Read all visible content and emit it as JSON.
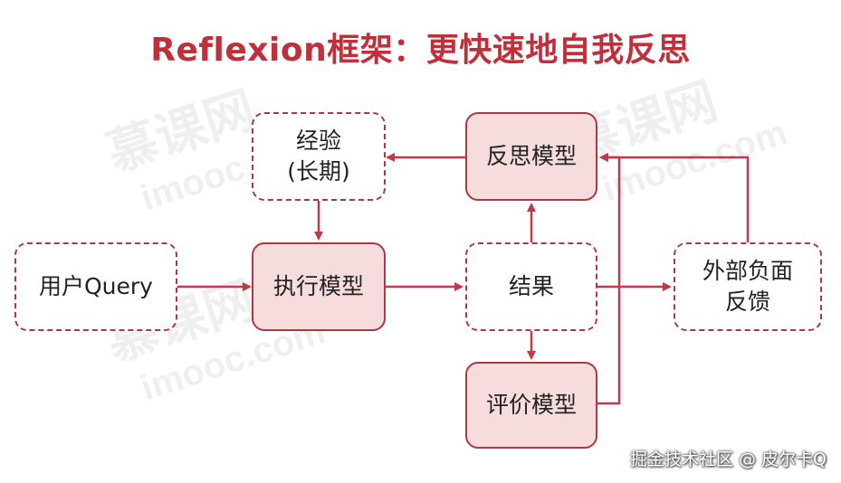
{
  "title": "Reflexion框架：更快速地自我反思",
  "nodes": {
    "experience": {
      "line1": "经验",
      "line2": "(长期)"
    },
    "reflection_model": "反思模型",
    "user_query": "用户Query",
    "execution_model": "执行模型",
    "result": "结果",
    "external_feedback": {
      "line1": "外部负面",
      "line2": "反馈"
    },
    "evaluation_model": "评价模型"
  },
  "watermark": {
    "cn": "慕课网",
    "en": "imooc.com"
  },
  "credit": "掘金技术社区 @ 皮尔卡Q",
  "colors": {
    "accent": "#c0303a",
    "node_fill": "#f6dcdc",
    "border": "#a83a42",
    "arrow": "#c0394a"
  }
}
